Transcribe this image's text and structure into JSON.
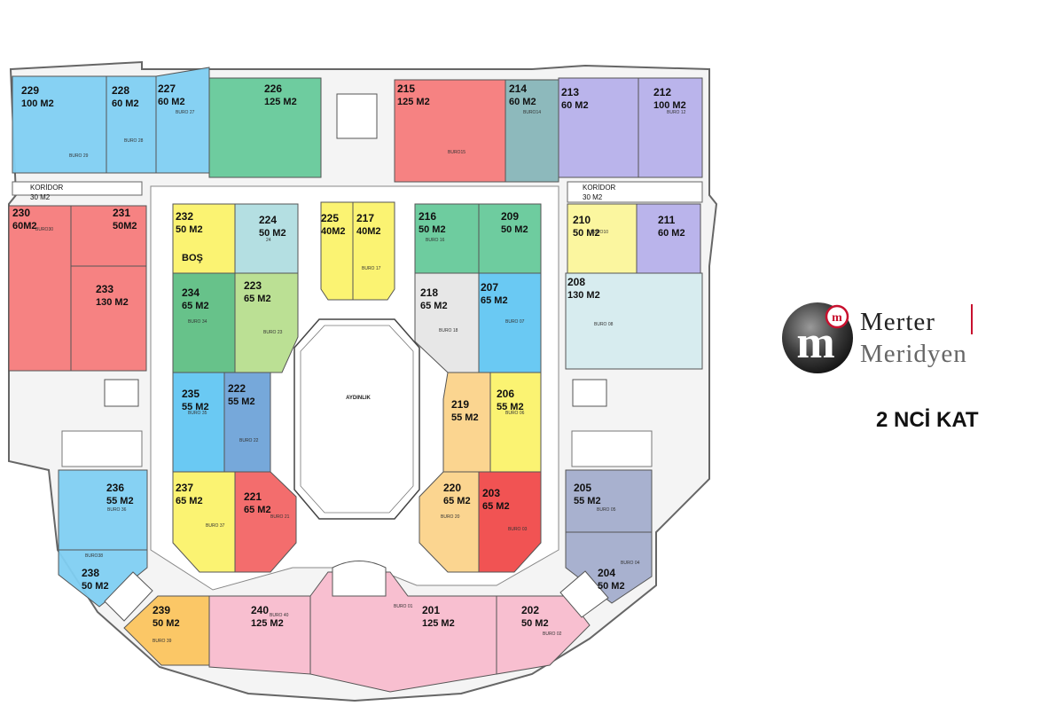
{
  "brand": {
    "line1": "Merter",
    "line2": "Meridyen",
    "logo_letter": "m",
    "logo_badge_letter": "m",
    "accent": "#c8102e"
  },
  "floor_label": "2 NCİ KAT",
  "center_label": "AYDINLIK",
  "vacant_label": "BOŞ",
  "corridors": [
    {
      "name": "KORİDOR",
      "area": "30 M2"
    },
    {
      "name": "KORİDOR",
      "area": "30 M2"
    }
  ],
  "units": [
    {
      "id": "229",
      "area": "100 M2",
      "sub": "BURO 29",
      "color": "#7fcff2"
    },
    {
      "id": "228",
      "area": "60 M2",
      "sub": "BURO 28",
      "color": "#7fcff2"
    },
    {
      "id": "227",
      "area": "60 M2",
      "sub": "BURO 27",
      "color": "#7fcff2"
    },
    {
      "id": "226",
      "area": "125 M2",
      "sub": "",
      "color": "#66c99a"
    },
    {
      "id": "215",
      "area": "125 M2",
      "sub": "BURO15",
      "color": "#f57b7b"
    },
    {
      "id": "214",
      "area": "60 M2",
      "sub": "BURO14",
      "color": "#87b5b8"
    },
    {
      "id": "213",
      "area": "60 M2",
      "sub": "",
      "color": "#b6b0ea"
    },
    {
      "id": "212",
      "area": "100 M2",
      "sub": "BURO 12",
      "color": "#b6b0ea"
    },
    {
      "id": "230",
      "area": "60M2",
      "sub": "BURO30",
      "color": "#f57b7b"
    },
    {
      "id": "231",
      "area": "50M2",
      "sub": "",
      "color": "#f57b7b"
    },
    {
      "id": "233",
      "area": "130 M2",
      "sub": "",
      "color": "#f57b7b"
    },
    {
      "id": "232",
      "area": "50 M2",
      "sub": "",
      "color": "#fbf26a"
    },
    {
      "id": "224",
      "area": "50 M2",
      "sub": "24",
      "color": "#b0dde0"
    },
    {
      "id": "225",
      "area": "40M2",
      "sub": "",
      "color": "#fbf26a"
    },
    {
      "id": "217",
      "area": "40M2",
      "sub": "BURO 17",
      "color": "#fbf26a"
    },
    {
      "id": "216",
      "area": "50 M2",
      "sub": "BURO 16",
      "color": "#66c99a"
    },
    {
      "id": "209",
      "area": "50 M2",
      "sub": "",
      "color": "#66c99a"
    },
    {
      "id": "210",
      "area": "50 M2",
      "sub": "BURO10",
      "color": "#fbf59a"
    },
    {
      "id": "211",
      "area": "60 M2",
      "sub": "",
      "color": "#b6b0ea"
    },
    {
      "id": "234",
      "area": "65 M2",
      "sub": "BURO 34",
      "color": "#5fbf84"
    },
    {
      "id": "223",
      "area": "65 M2",
      "sub": "BURO 23",
      "color": "#b7de8e"
    },
    {
      "id": "218",
      "area": "65 M2",
      "sub": "BURO 18",
      "color": "#e6e6e6"
    },
    {
      "id": "207",
      "area": "65 M2",
      "sub": "BURO 07",
      "color": "#62c6f2"
    },
    {
      "id": "208",
      "area": "130 M2",
      "sub": "BURO 08",
      "color": "#d5ebee"
    },
    {
      "id": "235",
      "area": "55 M2",
      "sub": "BURO 35",
      "color": "#62c6f2"
    },
    {
      "id": "222",
      "area": "55 M2",
      "sub": "BURO 22",
      "color": "#6fa3d8"
    },
    {
      "id": "219",
      "area": "55 M2",
      "sub": "",
      "color": "#fbd38a"
    },
    {
      "id": "206",
      "area": "55 M2",
      "sub": "BURO 06",
      "color": "#fbf26a"
    },
    {
      "id": "236",
      "area": "55 M2",
      "sub": "BURO 36",
      "color": "#7fcff2"
    },
    {
      "id": "237",
      "area": "65 M2",
      "sub": "BURO 37",
      "color": "#fbf26a"
    },
    {
      "id": "221",
      "area": "65 M2",
      "sub": "BURO 21",
      "color": "#f26565"
    },
    {
      "id": "220",
      "area": "65 M2",
      "sub": "BURO 20",
      "color": "#fbd38a"
    },
    {
      "id": "203",
      "area": "65 M2",
      "sub": "BURO 03",
      "color": "#f04a4a"
    },
    {
      "id": "205",
      "area": "55 M2",
      "sub": "BURO 05",
      "color": "#a3adcc"
    },
    {
      "id": "238",
      "area": "50 M2",
      "sub": "BURO38",
      "color": "#7fcff2"
    },
    {
      "id": "204",
      "area": "50 M2",
      "sub": "BURO 04",
      "color": "#a3adcc"
    },
    {
      "id": "239",
      "area": "50 M2",
      "sub": "BURO 39",
      "color": "#fbc45e"
    },
    {
      "id": "240",
      "area": "125 M2",
      "sub": "BURO 40",
      "color": "#f8bccd"
    },
    {
      "id": "201",
      "area": "125 M2",
      "sub": "BURO 01",
      "color": "#f8bccd"
    },
    {
      "id": "202",
      "area": "50 M2",
      "sub": "BURO 02",
      "color": "#f8bccd"
    }
  ]
}
